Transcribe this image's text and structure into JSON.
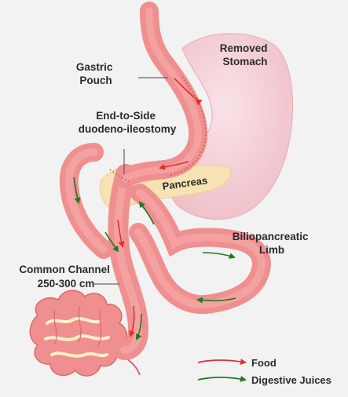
{
  "labels": {
    "removed_stomach": [
      "Removed",
      "Stomach"
    ],
    "gastric_pouch": [
      "Gastric",
      "Pouch"
    ],
    "duodeno_ileostomy": [
      "End-to-Side",
      "duodeno-ileostomy"
    ],
    "pancreas": "Pancreas",
    "biliopancreatic_limb": [
      "Biliopancreatic",
      "Limb"
    ],
    "common_channel": [
      "Common Channel",
      "250-300 cm"
    ]
  },
  "legend": {
    "food": "Food",
    "digestive_juices": "Digestive Juices"
  },
  "colors": {
    "background": "#f2f2f2",
    "stomach": "#f4cfd6",
    "intestine": "#ef8f8f",
    "intestine_dark": "#d96b6b",
    "pancreas": "#f6e2b3",
    "food_arrow": "#e0302a",
    "juice_arrow": "#1f7a1f"
  }
}
